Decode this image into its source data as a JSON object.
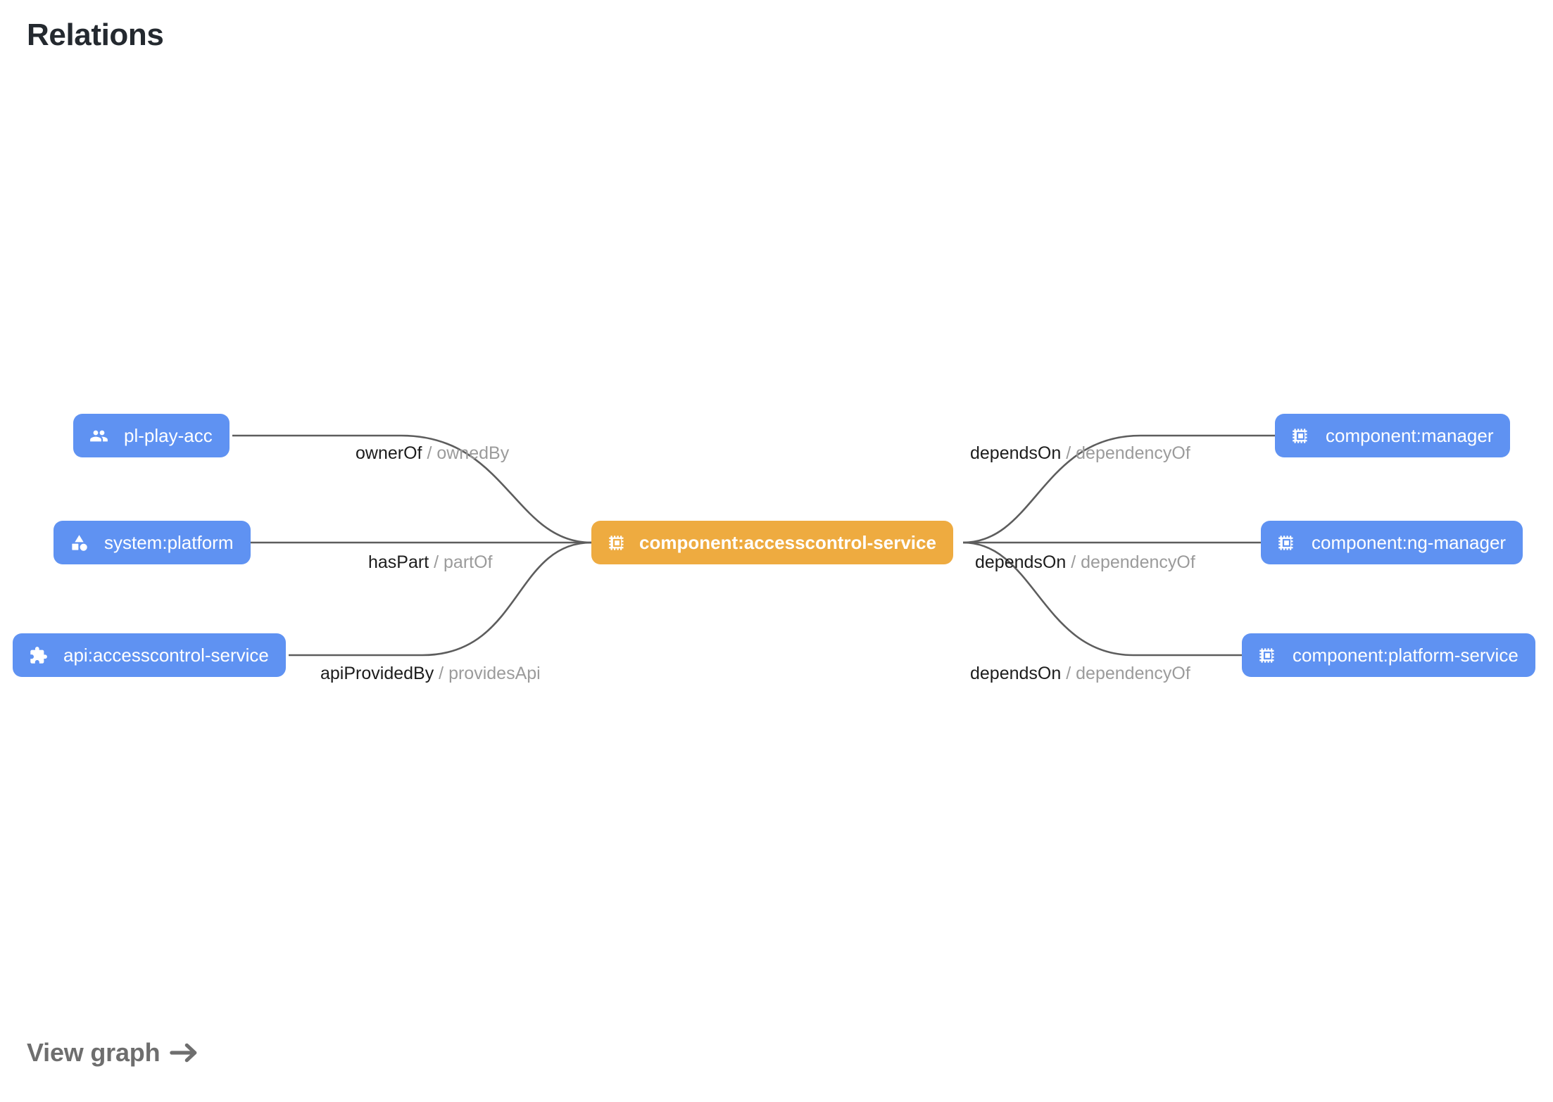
{
  "page": {
    "title": "Relations"
  },
  "graph": {
    "nodes": [
      {
        "id": "pl-play-acc",
        "label": "pl-play-acc",
        "icon": "group-people-icon",
        "kind": "blue",
        "side": "left",
        "row": 1
      },
      {
        "id": "system-platform",
        "label": "system:platform",
        "icon": "category-shapes-icon",
        "kind": "blue",
        "side": "left",
        "row": 2
      },
      {
        "id": "api-accesscontrol-service",
        "label": "api:accesscontrol-service",
        "icon": "puzzle-extension-icon",
        "kind": "blue",
        "side": "left",
        "row": 3
      },
      {
        "id": "component-accesscontrol-service",
        "label": "component:accesscontrol-service",
        "icon": "cpu-chip-icon",
        "kind": "orange",
        "side": "center",
        "row": 2
      },
      {
        "id": "component-manager",
        "label": "component:manager",
        "icon": "cpu-chip-icon",
        "kind": "blue",
        "side": "right",
        "row": 1
      },
      {
        "id": "component-ng-manager",
        "label": "component:ng-manager",
        "icon": "cpu-chip-icon",
        "kind": "blue",
        "side": "right",
        "row": 2
      },
      {
        "id": "component-platform-service",
        "label": "component:platform-service",
        "icon": "cpu-chip-icon",
        "kind": "blue",
        "side": "right",
        "row": 3
      }
    ],
    "edges": [
      {
        "id": "edge-ownerof",
        "from": "pl-play-acc",
        "to": "component-accesscontrol-service",
        "forward": "ownerOf",
        "separator": "/",
        "reverse": "ownedBy"
      },
      {
        "id": "edge-haspart",
        "from": "system-platform",
        "to": "component-accesscontrol-service",
        "forward": "hasPart",
        "separator": "/",
        "reverse": "partOf"
      },
      {
        "id": "edge-apiprovidedby",
        "from": "api-accesscontrol-service",
        "to": "component-accesscontrol-service",
        "forward": "apiProvidedBy",
        "separator": "/",
        "reverse": "providesApi"
      },
      {
        "id": "edge-dependson-manager",
        "from": "component-accesscontrol-service",
        "to": "component-manager",
        "forward": "dependsOn",
        "separator": "/",
        "reverse": "dependencyOf"
      },
      {
        "id": "edge-dependson-ng-manager",
        "from": "component-accesscontrol-service",
        "to": "component-ng-manager",
        "forward": "dependsOn",
        "separator": "/",
        "reverse": "dependencyOf"
      },
      {
        "id": "edge-dependson-platform-service",
        "from": "component-accesscontrol-service",
        "to": "component-platform-service",
        "forward": "dependsOn",
        "separator": "/",
        "reverse": "dependencyOf"
      }
    ]
  },
  "footer": {
    "view_graph_label": "View graph",
    "arrow_icon": "arrow-right-icon"
  },
  "colors": {
    "node_blue": "#5f92f2",
    "node_orange": "#eeab40",
    "edge_line": "#5d5d5d",
    "title_text": "#24292f",
    "label_primary": "#1c1c1c",
    "label_muted": "#9b9b9b",
    "link_text": "#6e6e6e",
    "background": "#ffffff"
  }
}
